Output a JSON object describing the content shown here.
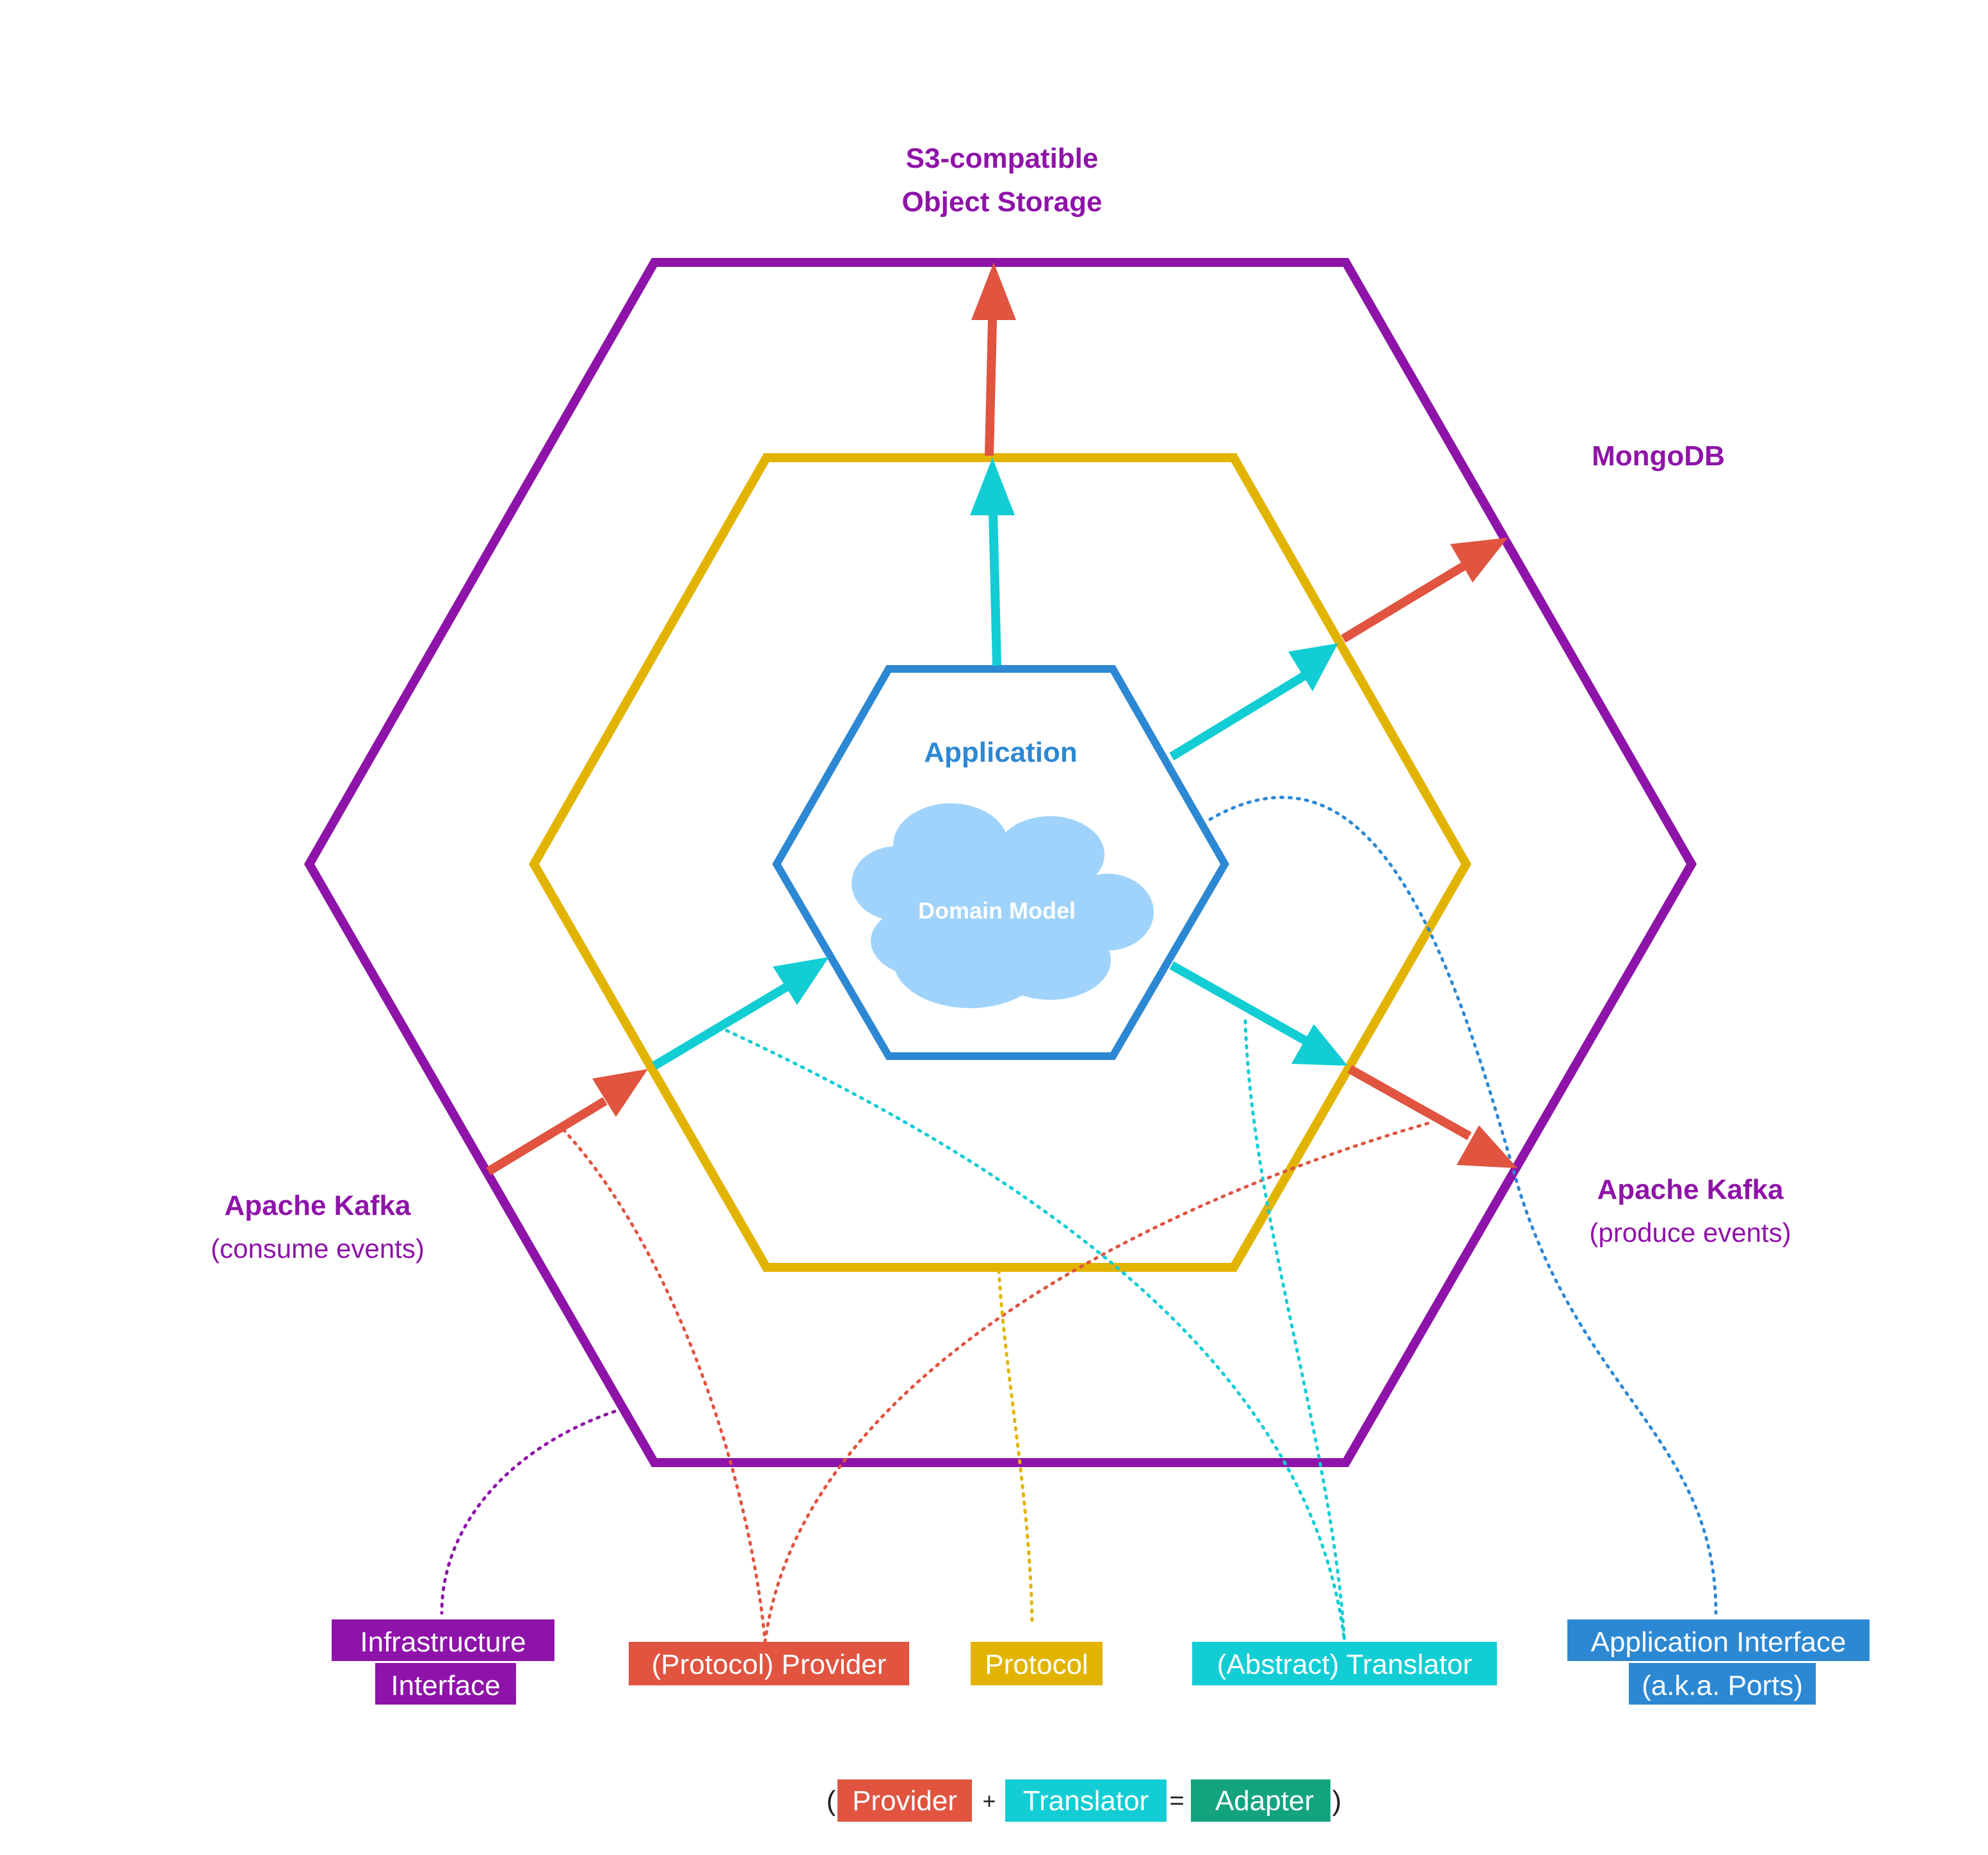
{
  "colors": {
    "infrastructure": "#8e13a8",
    "protocol": "#e2b400",
    "application": "#2d88d3",
    "translator": "#12cdd4",
    "provider": "#e05440",
    "adapter": "#13a37f",
    "cloud": "#9fd3fb"
  },
  "core": {
    "title": "Application",
    "domain": "Domain Model"
  },
  "external": {
    "s3_line1": "S3-compatible",
    "s3_line2": "Object Storage",
    "mongodb": "MongoDB",
    "kafka_in_title": "Apache Kafka",
    "kafka_in_sub": "(consume events)",
    "kafka_out_title": "Apache Kafka",
    "kafka_out_sub": "(produce events)"
  },
  "legend": {
    "infrastructure_line1": "Infrastructure",
    "infrastructure_line2": "Interface",
    "provider": "(Protocol) Provider",
    "protocol": "Protocol",
    "translator": "(Abstract) Translator",
    "app_interface_line1": "Application Interface",
    "app_interface_line2": "(a.k.a. Ports)"
  },
  "equation": {
    "open": "(",
    "provider": "Provider",
    "plus": "+",
    "translator": "Translator",
    "equals": "=",
    "adapter": "Adapter",
    "close": ")"
  }
}
